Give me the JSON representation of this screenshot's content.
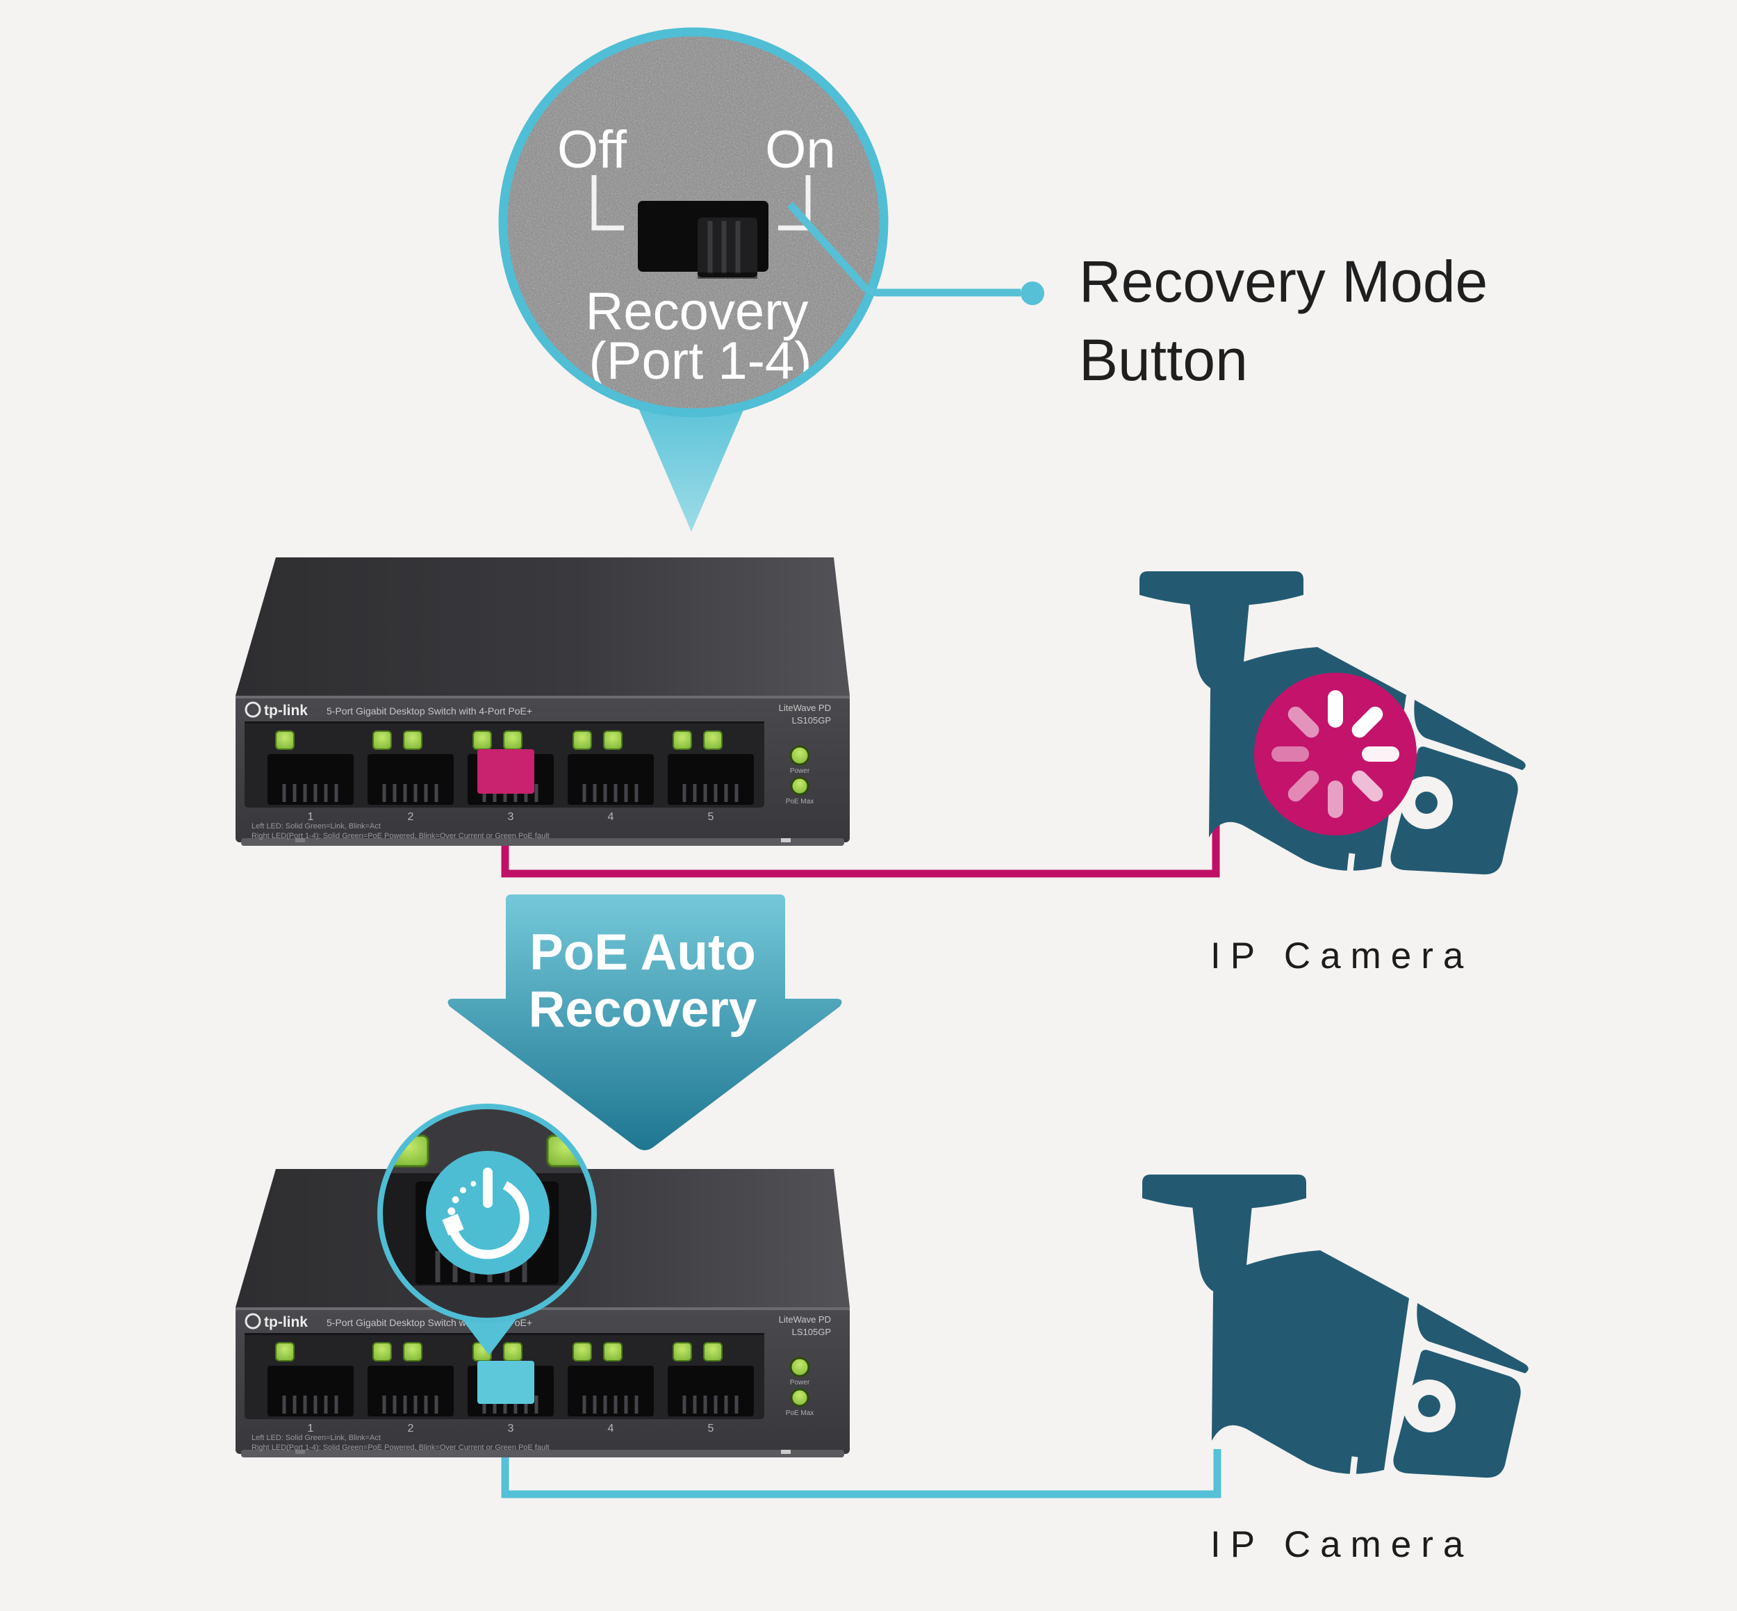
{
  "background": "#f4f3f1",
  "colors": {
    "teal": "#53c0d6",
    "teal_dark": "#1d7590",
    "teal_light": "#79cbdc",
    "magenta": "#c01066",
    "magenta_patch": "#c9226f",
    "teal_patch": "#5ec8db",
    "camera_body": "#235a72",
    "led_green": "#8dc63f",
    "text_dark": "#1f1f1f"
  },
  "magnifier": {
    "off_label": "Off",
    "on_label": "On",
    "caption_line1": "Recovery",
    "caption_line2": "(Port 1-4)"
  },
  "callout": {
    "line1": "Recovery Mode",
    "line2": "Button"
  },
  "arrow": {
    "line1": "PoE Auto",
    "line2": "Recovery"
  },
  "switch": {
    "logo": "tp-link",
    "product_label": "5-Port Gigabit Desktop Switch with 4-Port PoE+",
    "series_line1": "LiteWave PD",
    "series_line2": "LS105GP",
    "port_numbers": [
      "1",
      "2",
      "3",
      "4",
      "5"
    ],
    "note_line1": "Left LED: Solid Green=Link, Blink=Act",
    "note_line2": "Right LED(Port 1-4): Solid Green=PoE Powered, Blink=Over Current or Green PoE fault",
    "power_led_label": "Power",
    "poe_max_led_label": "PoE Max"
  },
  "labels": {
    "camera1": "IP Camera",
    "camera2": "IP Camera"
  }
}
